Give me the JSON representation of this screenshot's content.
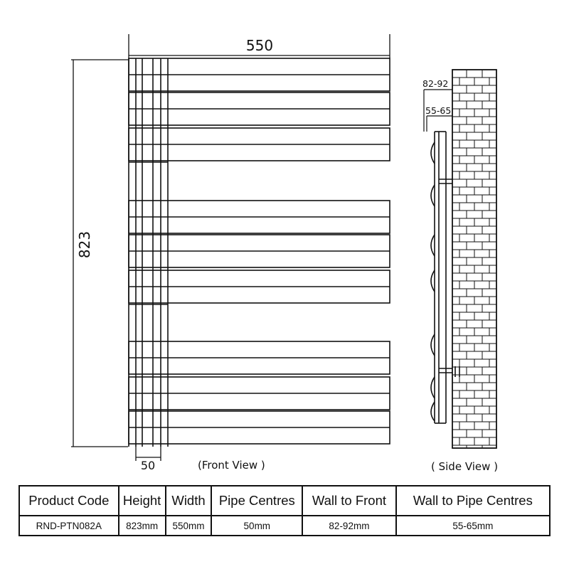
{
  "diagram": {
    "width_dimension": "550",
    "height_dimension": "823",
    "pipe_centres_dimension": "50",
    "front_view_label": "(Front View )",
    "side_view_label": "( Side View )",
    "wall_to_front_dimension": "82-92",
    "wall_to_pipe_dimension": "55-65"
  },
  "spec_table": {
    "headers": [
      "Product Code",
      "Height",
      "Width",
      "Pipe Centres",
      "Wall to Front",
      "Wall to Pipe Centres"
    ],
    "row": [
      "RND-PTN082A",
      "823mm",
      "550mm",
      "50mm",
      "82-92mm",
      "55-65mm"
    ]
  }
}
